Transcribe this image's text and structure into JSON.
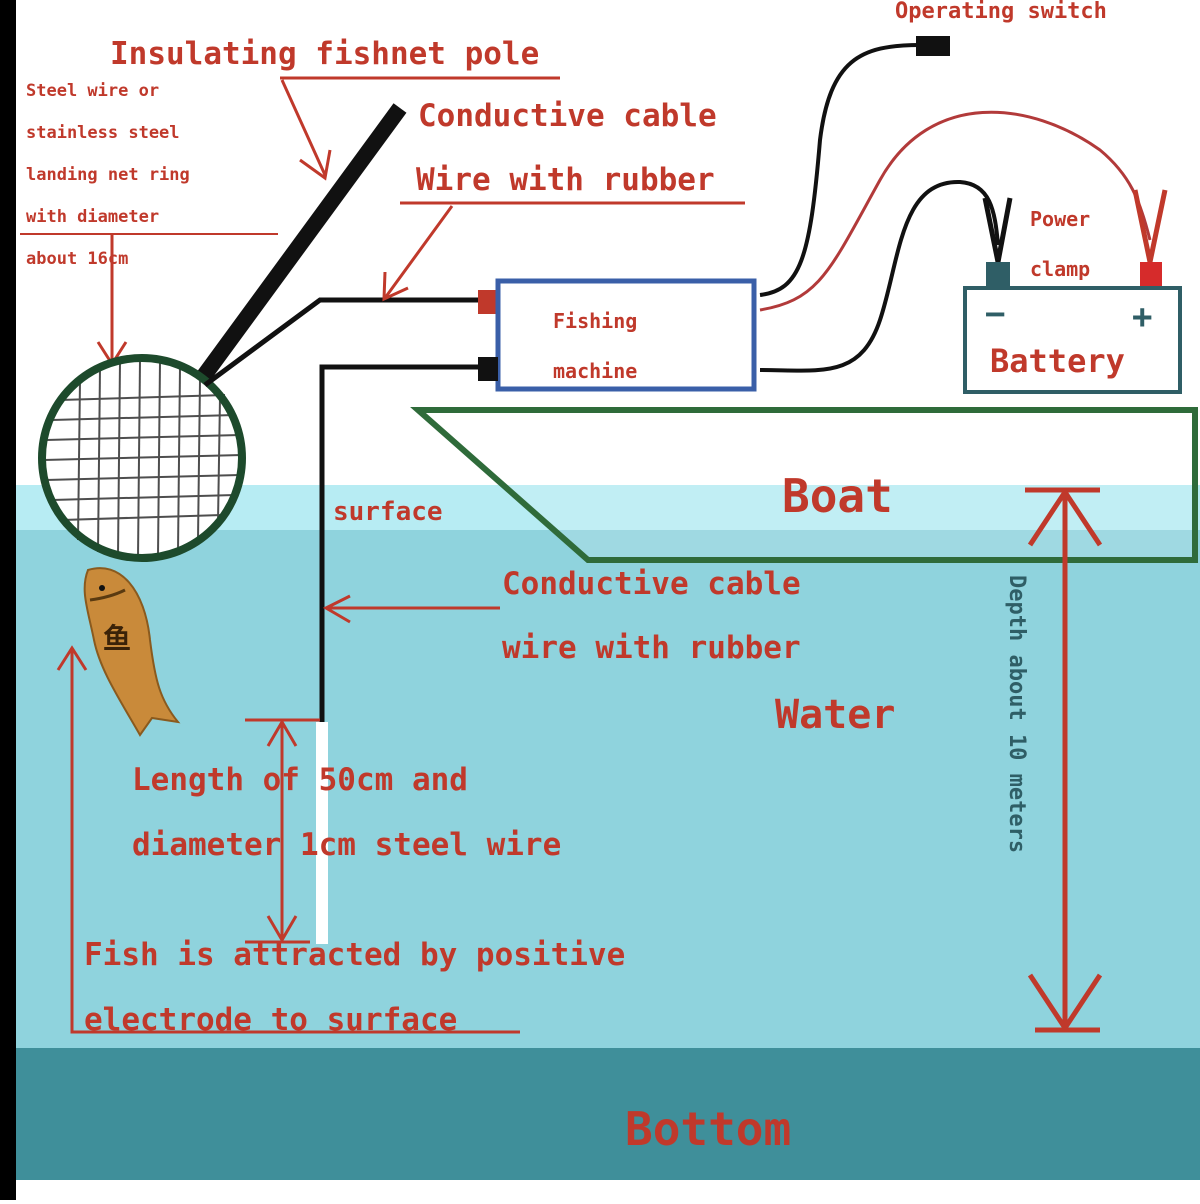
{
  "labels": {
    "operating_switch": "Operating switch",
    "insulating_pole": "Insulating fishnet pole",
    "steel_ring_1": "Steel wire or",
    "steel_ring_2": "stainless steel",
    "steel_ring_3": "landing net ring",
    "steel_ring_4": "with diameter",
    "steel_ring_5": "about 16cm",
    "conductive_cable_top": "Conductive cable",
    "wire_with_rubber_top": "Wire with rubber",
    "power_clamp_1": "Power",
    "power_clamp_2": "clamp",
    "fishing_machine_1": "Fishing",
    "fishing_machine_2": "machine",
    "battery": "Battery",
    "battery_minus": "−",
    "battery_plus": "+",
    "boat": "Boat",
    "surface": "surface",
    "conductive_cable_mid_1": "Conductive cable",
    "conductive_cable_mid_2": "wire with rubber",
    "water": "Water",
    "depth": "Depth about 10 meters",
    "length_1": "Length of 50cm and",
    "length_2": "diameter 1cm steel wire",
    "fish_attracted_1": "Fish is attracted by positive",
    "fish_attracted_2": "electrode to surface",
    "fish_char": "鱼",
    "bottom": "Bottom"
  },
  "colors": {
    "label_red": "#c0392b",
    "water": "#8fd3dd",
    "surface_band": "#b7ecf3",
    "bottom": "#3f8f9a",
    "boat_outline": "#2f6b3a",
    "machine_border": "#3a5fa8",
    "wire_black": "#111111",
    "wire_red": "#b23a3a",
    "fish": "#c98a3a"
  }
}
